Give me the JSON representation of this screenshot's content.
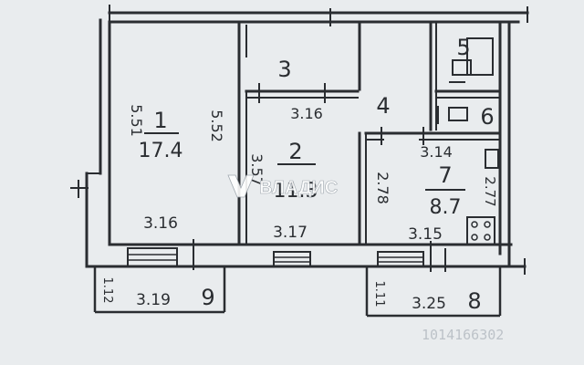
{
  "floor_plan": {
    "rooms": [
      {
        "number": "1",
        "area": "17.4"
      },
      {
        "number": "2",
        "area": "11.3"
      },
      {
        "number": "3"
      },
      {
        "number": "4"
      },
      {
        "number": "5"
      },
      {
        "number": "6"
      },
      {
        "number": "7",
        "area": "8.7"
      },
      {
        "number": "8"
      },
      {
        "number": "9"
      }
    ],
    "dimensions": {
      "room1_left": "5.51",
      "room1_right": "5.52",
      "room1_bottom": "3.16",
      "corridor_width": "3.16",
      "room2_left": "3.57",
      "room2_bottom": "3.17",
      "kitchen_top": "3.14",
      "kitchen_left": "2.78",
      "kitchen_right": "2.77",
      "kitchen_bottom": "3.15",
      "balcony9_width": "3.19",
      "balcony9_depth": "1.12",
      "balcony8_width": "3.25",
      "balcony8_depth": "1.11"
    }
  },
  "watermark": {
    "brand": "ВЛАДИС",
    "code": "1014166302"
  },
  "colors": {
    "paper": "#e9ecee",
    "ink": "#2a2d31",
    "watermark": "#ffffff"
  }
}
